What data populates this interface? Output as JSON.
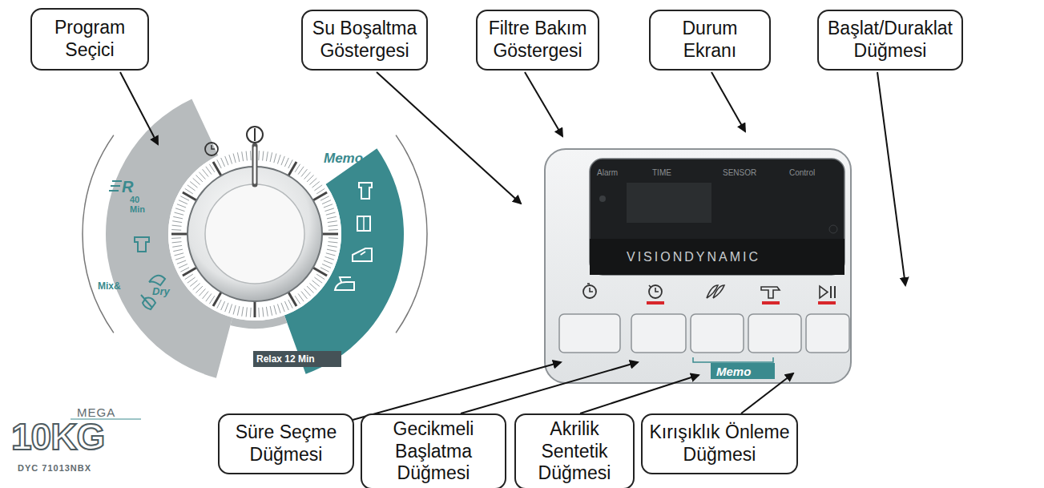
{
  "diagram": {
    "nodes": [
      {
        "text": [
          "Program Seçici"
        ]
      },
      {
        "text": [
          "Su Boşaltma Göstergesi"
        ]
      },
      {
        "text": [
          "Filtre Bakım Göstergesi"
        ]
      },
      {
        "text": [
          "Durum Ekranı"
        ]
      },
      {
        "text": [
          "Başlat/Duraklat Düğmesi"
        ]
      },
      {
        "text": [
          "Süre Seçme Düğmesi"
        ]
      },
      {
        "text": [
          "Gecikmeli Başlatma Düğmesi"
        ]
      },
      {
        "text": [
          "Akrilik Sentetik Düğmesi"
        ]
      },
      {
        "text": [
          "Kırışıklık Önleme Düğmesi"
        ]
      }
    ],
    "labels": [
      "40 Min",
      "R",
      "Mix&",
      "Dry",
      "Relax 12 Min",
      "Memo",
      "Alarm",
      "TIME",
      "SENSOR",
      "Control",
      "VISIONDYNAMIC",
      "Memo",
      "MEGA",
      "10KG",
      "DYC 71013NBX"
    ]
  }
}
